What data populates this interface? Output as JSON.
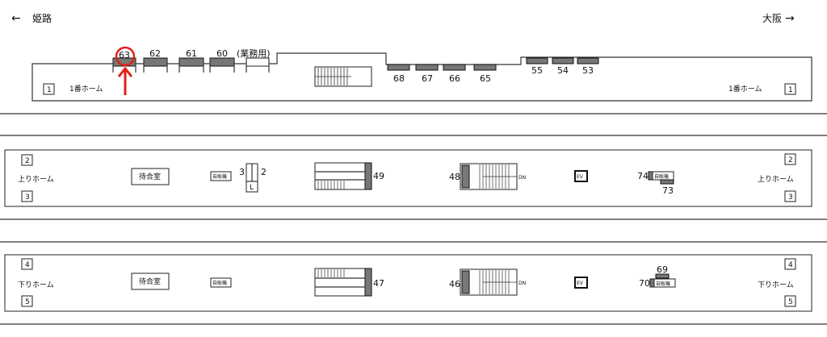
{
  "direction_left": {
    "arrow": "←",
    "label": "姫路"
  },
  "direction_right": {
    "arrow": "→",
    "label": "大阪"
  },
  "platform1": {
    "track": "1",
    "name": "1番ホーム",
    "cars_left": [
      "63",
      "62",
      "61",
      "60"
    ],
    "staff_only": "(業務用)",
    "cars_mid": [
      "68",
      "67",
      "66",
      "65"
    ],
    "cars_right": [
      "55",
      "54",
      "53"
    ],
    "highlighted": "63"
  },
  "platform23": {
    "track_top": "2",
    "track_bottom": "3",
    "name": "上りホーム",
    "waiting_room": "待合室",
    "vending": "自販機",
    "elevator_nums": [
      "3",
      "2"
    ],
    "elevator_l": "L",
    "escalator_num": "49",
    "stairs_num": "48",
    "dn": "DN",
    "ev": "EV",
    "vending_nums": [
      "74",
      "73"
    ]
  },
  "platform45": {
    "track_top": "4",
    "track_bottom": "5",
    "name": "下りホーム",
    "waiting_room": "待合室",
    "vending": "自販機",
    "escalator_num": "47",
    "stairs_num": "46",
    "dn": "DN",
    "ev": "EV",
    "vending_nums": [
      "69",
      "70"
    ]
  },
  "colors": {
    "highlight": "#e0201a",
    "bench": "#777777"
  }
}
